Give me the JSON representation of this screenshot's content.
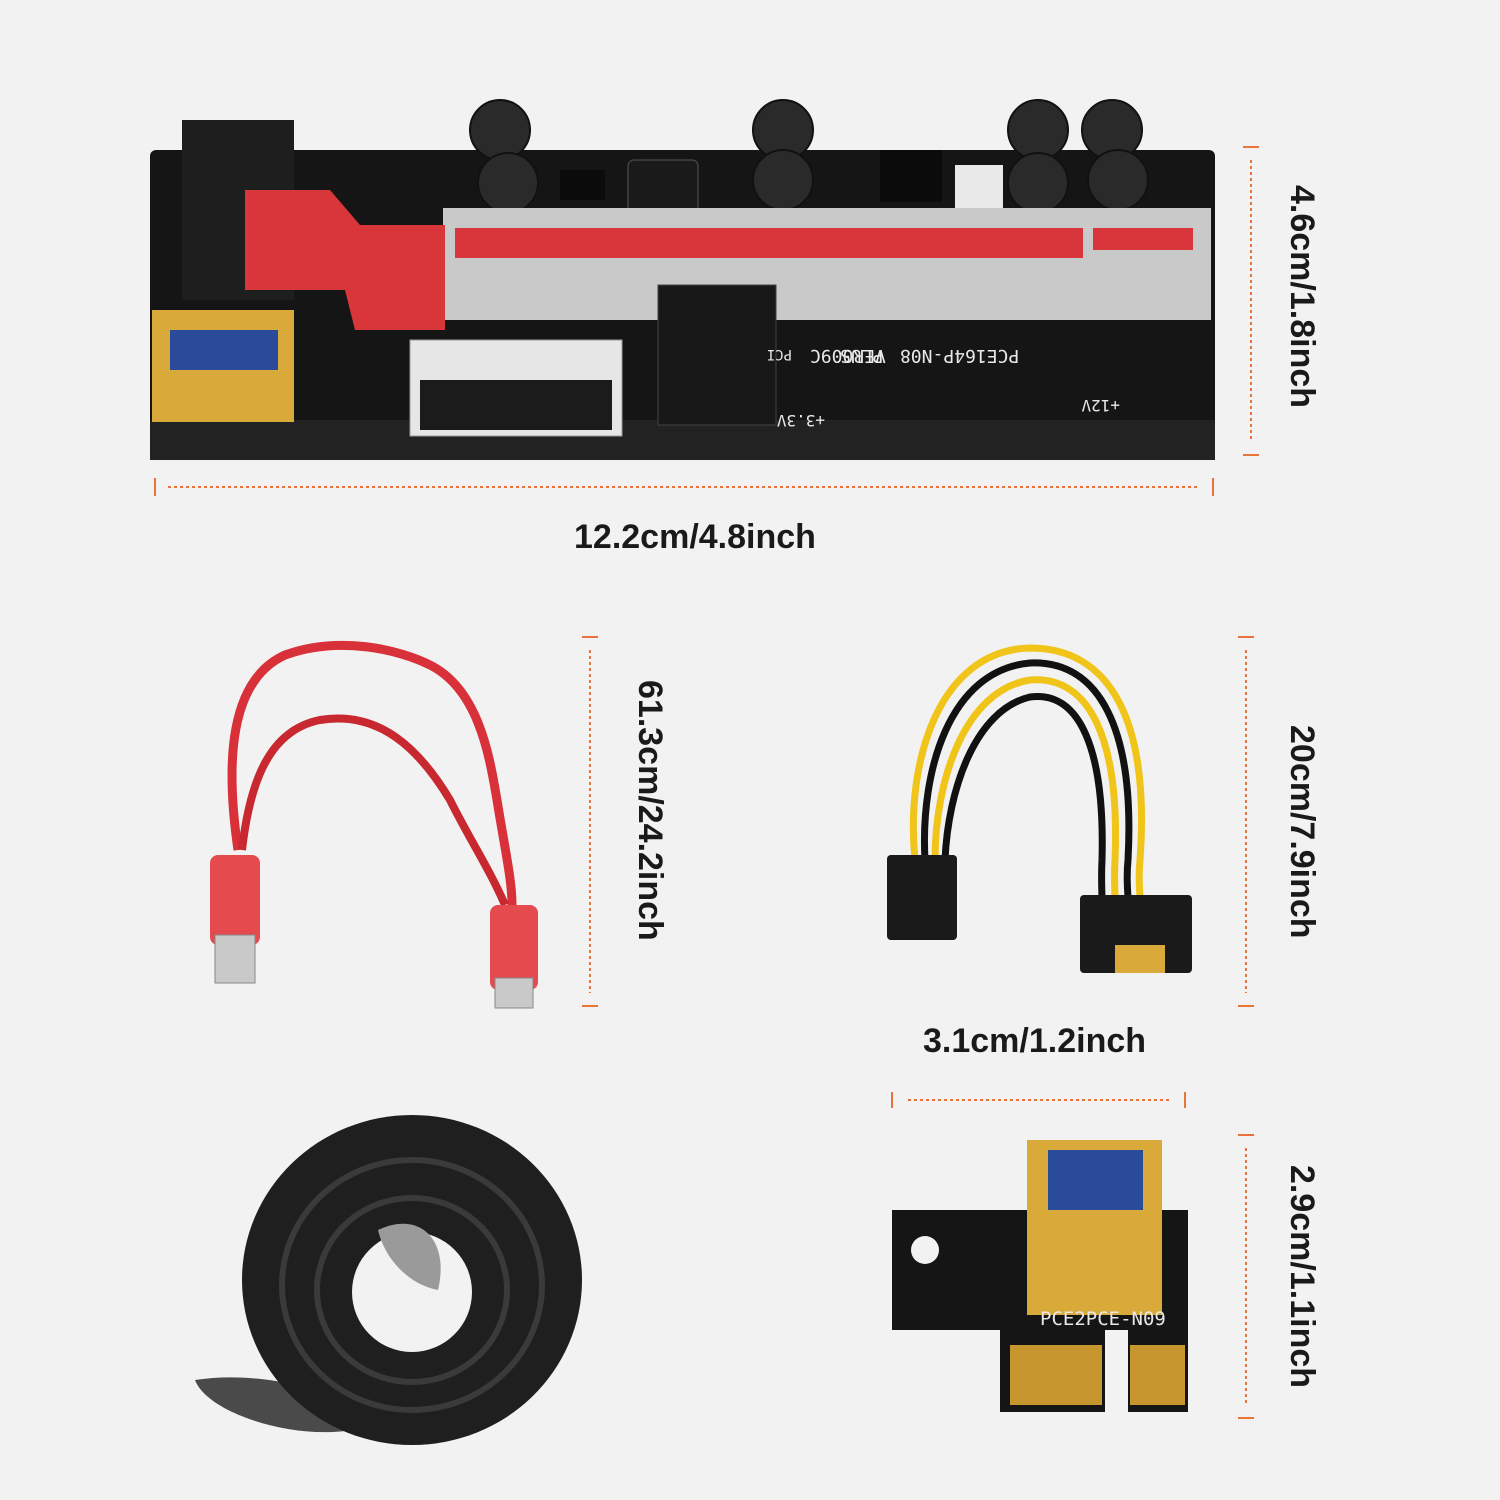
{
  "colors": {
    "background": "#f2f2f2",
    "dimension_line": "#e8743b",
    "pcb": "#151515",
    "slot": "#d8363a",
    "gold": "#d9a93a",
    "cable_red": "#d8313a",
    "wire_yellow": "#f0c419"
  },
  "riser_board": {
    "width_label": "12.2cm/4.8inch",
    "height_label": "4.6cm/1.8inch",
    "silk_model": "PCE164P-N08",
    "silk_version": "VER009C",
    "silk_plus": "PLUS",
    "silk_12v": "+12V",
    "silk_33v": "+3.3V",
    "silk_pci": "PCI"
  },
  "usb_cable": {
    "length_label": "61.3cm/24.2inch"
  },
  "power_cable": {
    "length_label": "20cm/7.9inch"
  },
  "adapter_card": {
    "width_label": "3.1cm/1.2inch",
    "height_label": "2.9cm/1.1inch",
    "silk_model": "PCE2PCE-N09"
  }
}
